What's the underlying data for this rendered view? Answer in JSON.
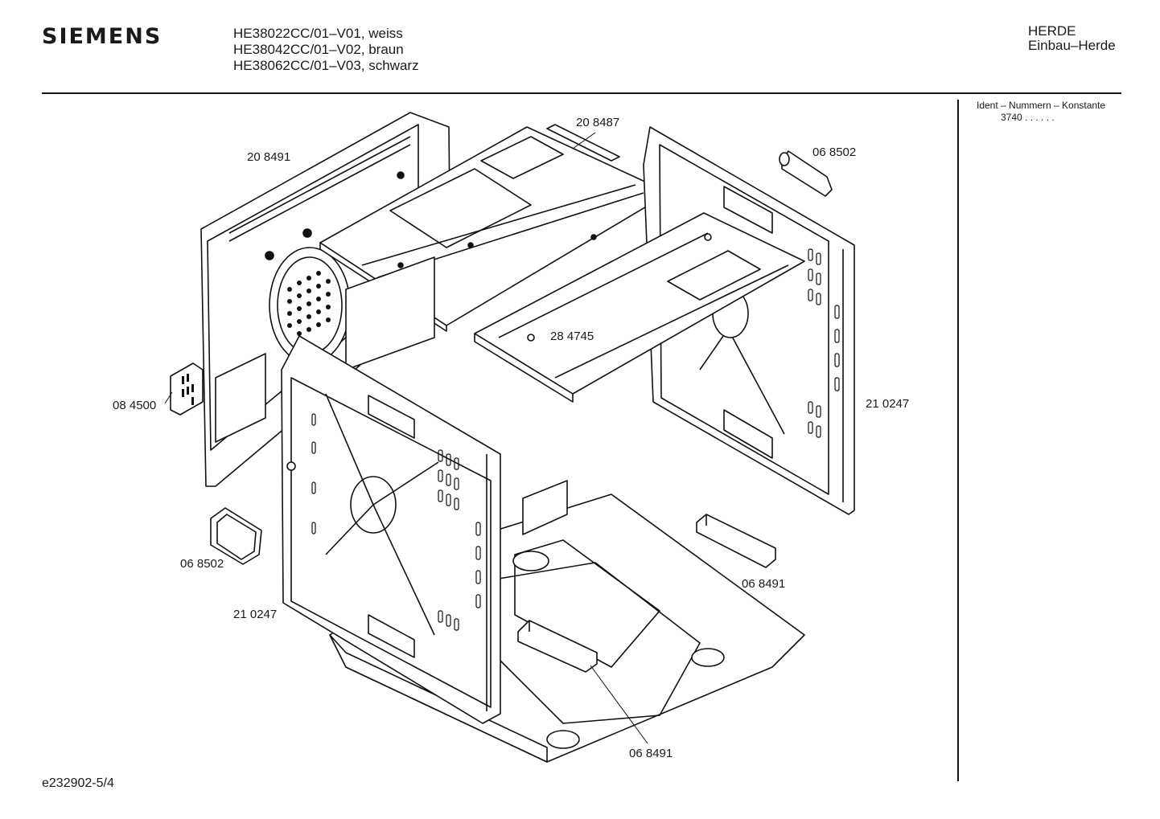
{
  "header": {
    "brand": "SIEMENS",
    "models": [
      "HE38022CC/01–V01, weiss",
      "HE38042CC/01–V02, braun",
      "HE38062CC/01–V03, schwarz"
    ],
    "category": "HERDE",
    "subcategory": "Einbau–Herde"
  },
  "ident": {
    "label": "Ident – Nummern – Konstante",
    "number": "3740",
    "dots": ". . . . . ."
  },
  "parts": {
    "p1": "20 8491",
    "p2": "20 8487",
    "p3": "06 8502",
    "p4": "28 4745",
    "p5": "08 4500",
    "p6": "21 0247",
    "p7": "06 8502",
    "p8": "06 8491",
    "p9": "21 0247",
    "p10": "06 8491"
  },
  "footer": {
    "code": "e232902-5/4"
  }
}
